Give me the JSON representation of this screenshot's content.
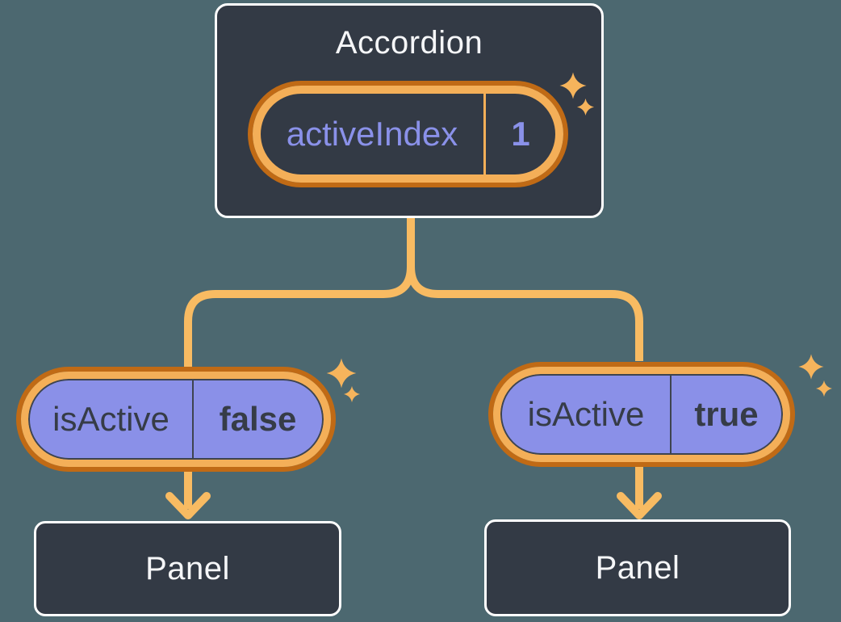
{
  "colors": {
    "background": "#4C6870",
    "card": "#333A45",
    "card-border": "#FFFFFF",
    "pill-purple": "#8A90E8",
    "ring-light": "#F4AF58",
    "ring-dark": "#C06A15",
    "connector": "#F8BB62",
    "sparkle": "#F6B45C",
    "text-light": "#F5F6F8",
    "text-dark": "#363C47",
    "text-purple": "#8A91E9",
    "divider-dark": "#3E4450"
  },
  "accordion": {
    "title": "Accordion",
    "state": {
      "name": "activeIndex",
      "value": "1"
    }
  },
  "left_child": {
    "prop_name": "isActive",
    "prop_value": "false",
    "panel_title": "Panel"
  },
  "right_child": {
    "prop_name": "isActive",
    "prop_value": "true",
    "panel_title": "Panel"
  }
}
